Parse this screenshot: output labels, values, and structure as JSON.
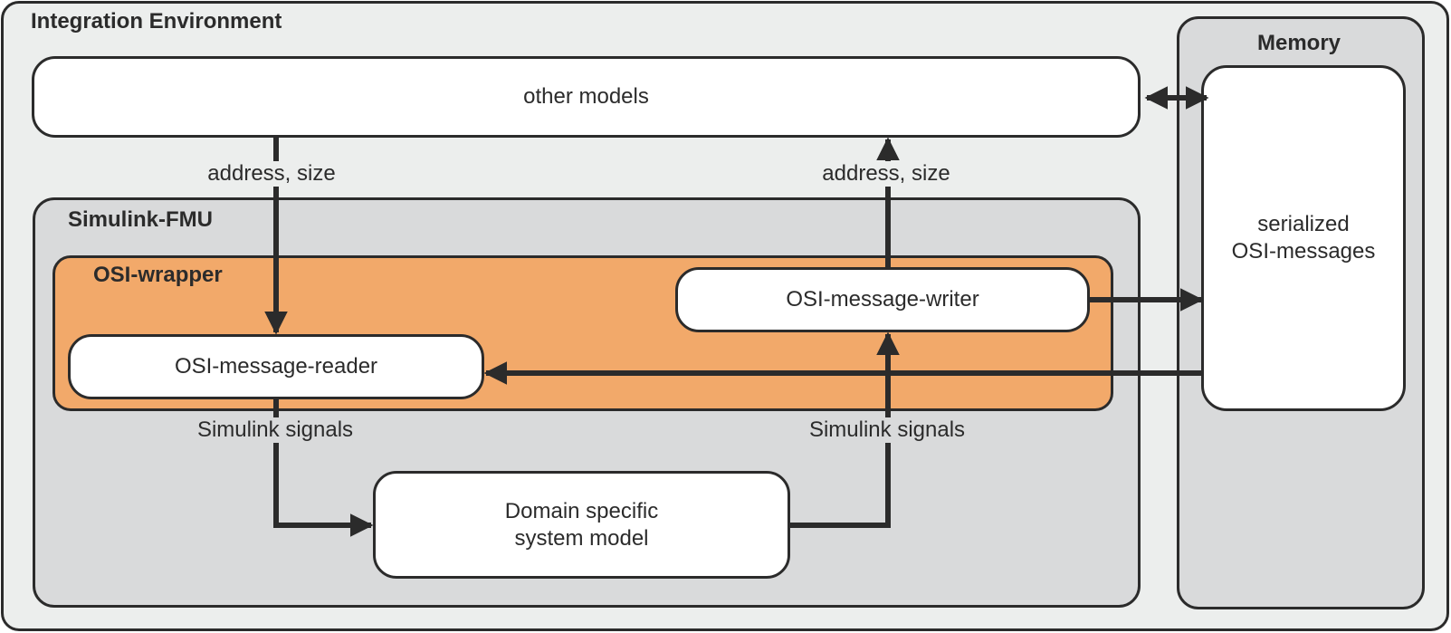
{
  "containers": {
    "integration_environment": "Integration Environment",
    "memory": "Memory",
    "simulink_fmu": "Simulink-FMU",
    "osi_wrapper": "OSI-wrapper"
  },
  "nodes": {
    "other_models": "other models",
    "serialized_line1": "serialized",
    "serialized_line2": "OSI-messages",
    "writer": "OSI-message-writer",
    "reader": "OSI-message-reader",
    "domain_line1": "Domain specific",
    "domain_line2": "system model"
  },
  "edge_labels": {
    "address_size_in": "address, size",
    "address_size_out": "address, size",
    "simulink_signals_out": "Simulink signals",
    "simulink_signals_in": "Simulink signals"
  }
}
